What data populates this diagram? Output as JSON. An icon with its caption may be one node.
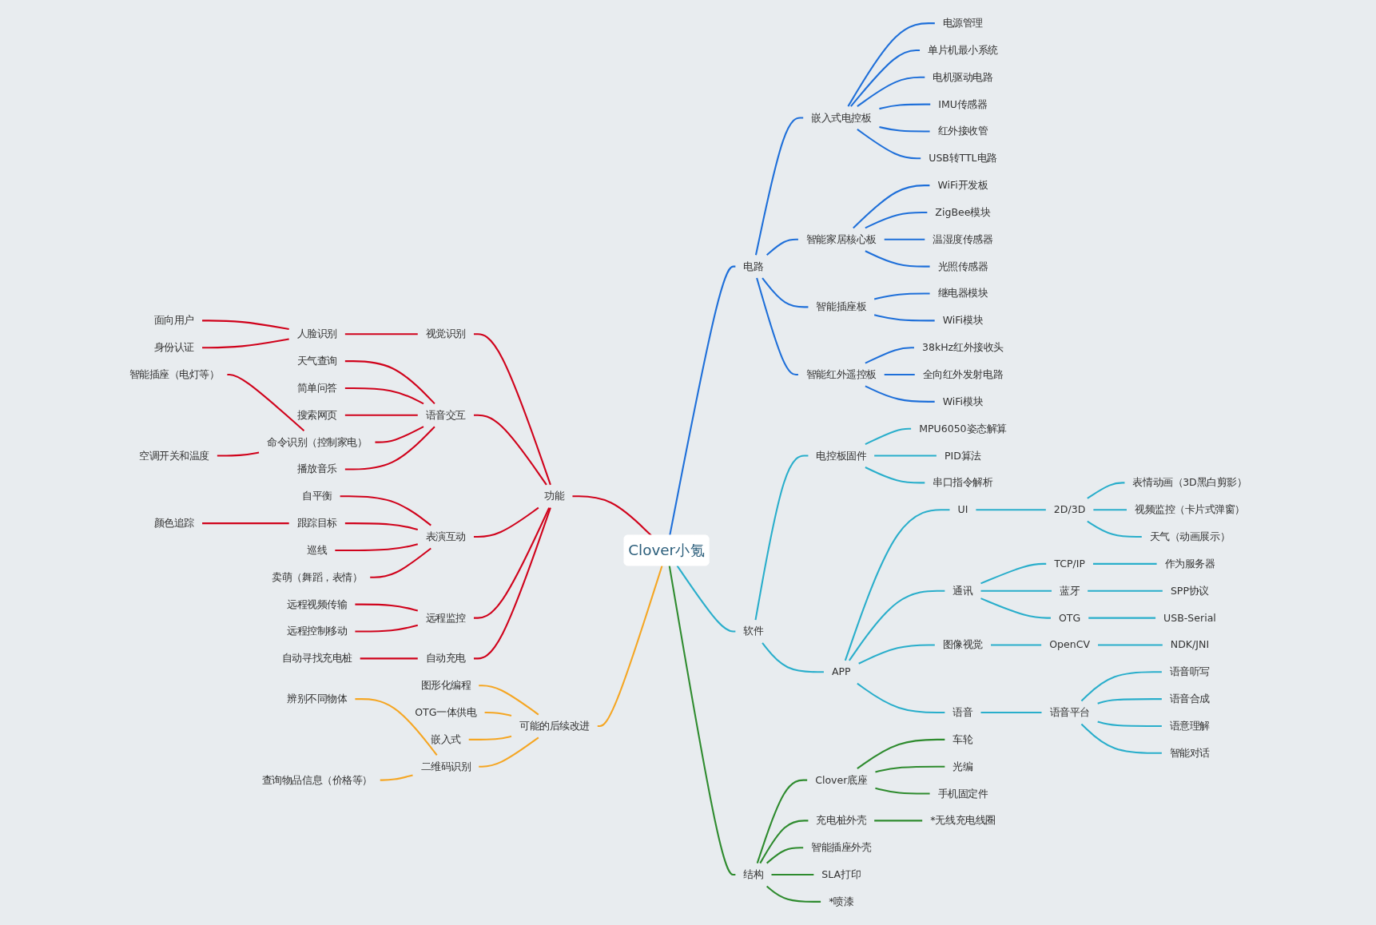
{
  "diagram": {
    "nodes": [
      {
        "text": [
          "Clover小氪"
        ]
      },
      {
        "text": [
          "电路"
        ]
      },
      {
        "text": [
          "嵌入式电控板"
        ]
      },
      {
        "text": [
          "电源管理"
        ]
      },
      {
        "text": [
          "单片机最小系统"
        ]
      },
      {
        "text": [
          "电机驱动电路"
        ]
      },
      {
        "text": [
          "IMU传感器"
        ]
      },
      {
        "text": [
          "红外接收管"
        ]
      },
      {
        "text": [
          "USB转TTL电路"
        ]
      },
      {
        "text": [
          "智能家居核心板"
        ]
      },
      {
        "text": [
          "WiFi开发板"
        ]
      },
      {
        "text": [
          "ZigBee模块"
        ]
      },
      {
        "text": [
          "温湿度传感器"
        ]
      },
      {
        "text": [
          "光照传感器"
        ]
      },
      {
        "text": [
          "智能插座板"
        ]
      },
      {
        "text": [
          "继电器模块"
        ]
      },
      {
        "text": [
          "WiFi模块"
        ]
      },
      {
        "text": [
          "智能红外遥控板"
        ]
      },
      {
        "text": [
          "38kHz红外接收头"
        ]
      },
      {
        "text": [
          "全向红外发射电路"
        ]
      },
      {
        "text": [
          "WiFi模块"
        ]
      },
      {
        "text": [
          "软件"
        ]
      },
      {
        "text": [
          "电控板固件"
        ]
      },
      {
        "text": [
          "MPU6050姿态解算"
        ]
      },
      {
        "text": [
          "PID算法"
        ]
      },
      {
        "text": [
          "串口指令解析"
        ]
      },
      {
        "text": [
          "APP"
        ]
      },
      {
        "text": [
          "UI"
        ]
      },
      {
        "text": [
          "2D/3D"
        ]
      },
      {
        "text": [
          "表情动画（3D黑白剪影）"
        ]
      },
      {
        "text": [
          "视频监控（卡片式弹窗）"
        ]
      },
      {
        "text": [
          "天气（动画展示）"
        ]
      },
      {
        "text": [
          "通讯"
        ]
      },
      {
        "text": [
          "TCP/IP"
        ]
      },
      {
        "text": [
          "作为服务器"
        ]
      },
      {
        "text": [
          "蓝牙"
        ]
      },
      {
        "text": [
          "SPP协议"
        ]
      },
      {
        "text": [
          "OTG"
        ]
      },
      {
        "text": [
          "USB-Serial"
        ]
      },
      {
        "text": [
          "图像视觉"
        ]
      },
      {
        "text": [
          "OpenCV"
        ]
      },
      {
        "text": [
          "NDK/JNI"
        ]
      },
      {
        "text": [
          "语音"
        ]
      },
      {
        "text": [
          "语音平台"
        ]
      },
      {
        "text": [
          "语音听写"
        ]
      },
      {
        "text": [
          "语音合成"
        ]
      },
      {
        "text": [
          "语意理解"
        ]
      },
      {
        "text": [
          "智能对话"
        ]
      },
      {
        "text": [
          "结构"
        ]
      },
      {
        "text": [
          "Clover底座"
        ]
      },
      {
        "text": [
          "车轮"
        ]
      },
      {
        "text": [
          "光编"
        ]
      },
      {
        "text": [
          "手机固定件"
        ]
      },
      {
        "text": [
          "充电桩外壳"
        ]
      },
      {
        "text": [
          "*无线充电线圈"
        ]
      },
      {
        "text": [
          "智能插座外壳"
        ]
      },
      {
        "text": [
          "SLA打印"
        ]
      },
      {
        "text": [
          "*喷漆"
        ]
      },
      {
        "text": [
          "功能"
        ]
      },
      {
        "text": [
          "视觉识别"
        ]
      },
      {
        "text": [
          "人脸识别"
        ]
      },
      {
        "text": [
          "面向用户"
        ]
      },
      {
        "text": [
          "身份认证"
        ]
      },
      {
        "text": [
          "语音交互"
        ]
      },
      {
        "text": [
          "天气查询"
        ]
      },
      {
        "text": [
          "简单问答"
        ]
      },
      {
        "text": [
          "搜索网页"
        ]
      },
      {
        "text": [
          "命令识别（控制家电）"
        ]
      },
      {
        "text": [
          "智能插座（电灯等）"
        ]
      },
      {
        "text": [
          "空调开关和温度"
        ]
      },
      {
        "text": [
          "播放音乐"
        ]
      },
      {
        "text": [
          "表演互动"
        ]
      },
      {
        "text": [
          "自平衡"
        ]
      },
      {
        "text": [
          "跟踪目标"
        ]
      },
      {
        "text": [
          "颜色追踪"
        ]
      },
      {
        "text": [
          "巡线"
        ]
      },
      {
        "text": [
          "卖萌（舞蹈，表情）"
        ]
      },
      {
        "text": [
          "远程监控"
        ]
      },
      {
        "text": [
          "远程视频传输"
        ]
      },
      {
        "text": [
          "远程控制移动"
        ]
      },
      {
        "text": [
          "自动充电"
        ]
      },
      {
        "text": [
          "自动寻找充电桩"
        ]
      },
      {
        "text": [
          "可能的后续改进"
        ]
      },
      {
        "text": [
          "图形化编程"
        ]
      },
      {
        "text": [
          "OTG一体供电"
        ]
      },
      {
        "text": [
          "嵌入式"
        ]
      },
      {
        "text": [
          "二维码识别"
        ]
      },
      {
        "text": [
          "辨别不同物体"
        ]
      },
      {
        "text": [
          "查询物品信息（价格等）"
        ]
      }
    ],
    "edges": [
      {
        "from": 0,
        "to": 1,
        "arrow": "none",
        "color": "#1e6fd9"
      },
      {
        "from": 1,
        "to": 2,
        "arrow": "none",
        "color": "#1e6fd9"
      },
      {
        "from": 2,
        "to": 3,
        "arrow": "none",
        "color": "#1e6fd9"
      },
      {
        "from": 2,
        "to": 4,
        "arrow": "none",
        "color": "#1e6fd9"
      },
      {
        "from": 2,
        "to": 5,
        "arrow": "none",
        "color": "#1e6fd9"
      },
      {
        "from": 2,
        "to": 6,
        "arrow": "none",
        "color": "#1e6fd9"
      },
      {
        "from": 2,
        "to": 7,
        "arrow": "none",
        "color": "#1e6fd9"
      },
      {
        "from": 2,
        "to": 8,
        "arrow": "none",
        "color": "#1e6fd9"
      },
      {
        "from": 1,
        "to": 9,
        "arrow": "none",
        "color": "#1e6fd9"
      },
      {
        "from": 9,
        "to": 10,
        "arrow": "none",
        "color": "#1e6fd9"
      },
      {
        "from": 9,
        "to": 11,
        "arrow": "none",
        "color": "#1e6fd9"
      },
      {
        "from": 9,
        "to": 12,
        "arrow": "none",
        "color": "#1e6fd9"
      },
      {
        "from": 9,
        "to": 13,
        "arrow": "none",
        "color": "#1e6fd9"
      },
      {
        "from": 1,
        "to": 14,
        "arrow": "none",
        "color": "#1e6fd9"
      },
      {
        "from": 14,
        "to": 15,
        "arrow": "none",
        "color": "#1e6fd9"
      },
      {
        "from": 14,
        "to": 16,
        "arrow": "none",
        "color": "#1e6fd9"
      },
      {
        "from": 1,
        "to": 17,
        "arrow": "none",
        "color": "#1e6fd9"
      },
      {
        "from": 17,
        "to": 18,
        "arrow": "none",
        "color": "#1e6fd9"
      },
      {
        "from": 17,
        "to": 19,
        "arrow": "none",
        "color": "#1e6fd9"
      },
      {
        "from": 17,
        "to": 20,
        "arrow": "none",
        "color": "#1e6fd9"
      },
      {
        "from": 0,
        "to": 21,
        "arrow": "none",
        "color": "#29aecb"
      },
      {
        "from": 21,
        "to": 22,
        "arrow": "none",
        "color": "#29aecb"
      },
      {
        "from": 22,
        "to": 23,
        "arrow": "none",
        "color": "#29aecb"
      },
      {
        "from": 22,
        "to": 24,
        "arrow": "none",
        "color": "#29aecb"
      },
      {
        "from": 22,
        "to": 25,
        "arrow": "none",
        "color": "#29aecb"
      },
      {
        "from": 21,
        "to": 26,
        "arrow": "none",
        "color": "#29aecb"
      },
      {
        "from": 26,
        "to": 27,
        "arrow": "none",
        "color": "#29aecb"
      },
      {
        "from": 27,
        "to": 28,
        "arrow": "none",
        "color": "#29aecb"
      },
      {
        "from": 28,
        "to": 29,
        "arrow": "none",
        "color": "#29aecb"
      },
      {
        "from": 28,
        "to": 30,
        "arrow": "none",
        "color": "#29aecb"
      },
      {
        "from": 28,
        "to": 31,
        "arrow": "none",
        "color": "#29aecb"
      },
      {
        "from": 26,
        "to": 32,
        "arrow": "none",
        "color": "#29aecb"
      },
      {
        "from": 32,
        "to": 33,
        "arrow": "none",
        "color": "#29aecb"
      },
      {
        "from": 33,
        "to": 34,
        "arrow": "none",
        "color": "#29aecb"
      },
      {
        "from": 32,
        "to": 35,
        "arrow": "none",
        "color": "#29aecb"
      },
      {
        "from": 35,
        "to": 36,
        "arrow": "none",
        "color": "#29aecb"
      },
      {
        "from": 32,
        "to": 37,
        "arrow": "none",
        "color": "#29aecb"
      },
      {
        "from": 37,
        "to": 38,
        "arrow": "none",
        "color": "#29aecb"
      },
      {
        "from": 26,
        "to": 39,
        "arrow": "none",
        "color": "#29aecb"
      },
      {
        "from": 39,
        "to": 40,
        "arrow": "none",
        "color": "#29aecb"
      },
      {
        "from": 40,
        "to": 41,
        "arrow": "none",
        "color": "#29aecb"
      },
      {
        "from": 26,
        "to": 42,
        "arrow": "none",
        "color": "#29aecb"
      },
      {
        "from": 42,
        "to": 43,
        "arrow": "none",
        "color": "#29aecb"
      },
      {
        "from": 43,
        "to": 44,
        "arrow": "none",
        "color": "#29aecb"
      },
      {
        "from": 43,
        "to": 45,
        "arrow": "none",
        "color": "#29aecb"
      },
      {
        "from": 43,
        "to": 46,
        "arrow": "none",
        "color": "#29aecb"
      },
      {
        "from": 43,
        "to": 47,
        "arrow": "none",
        "color": "#29aecb"
      },
      {
        "from": 0,
        "to": 48,
        "arrow": "none",
        "color": "#2e8b2e"
      },
      {
        "from": 48,
        "to": 49,
        "arrow": "none",
        "color": "#2e8b2e"
      },
      {
        "from": 49,
        "to": 50,
        "arrow": "none",
        "color": "#2e8b2e"
      },
      {
        "from": 49,
        "to": 51,
        "arrow": "none",
        "color": "#2e8b2e"
      },
      {
        "from": 49,
        "to": 52,
        "arrow": "none",
        "color": "#2e8b2e"
      },
      {
        "from": 48,
        "to": 53,
        "arrow": "none",
        "color": "#2e8b2e"
      },
      {
        "from": 53,
        "to": 54,
        "arrow": "none",
        "color": "#2e8b2e"
      },
      {
        "from": 48,
        "to": 55,
        "arrow": "none",
        "color": "#2e8b2e"
      },
      {
        "from": 48,
        "to": 56,
        "arrow": "none",
        "color": "#2e8b2e"
      },
      {
        "from": 48,
        "to": 57,
        "arrow": "none",
        "color": "#2e8b2e"
      },
      {
        "from": 58,
        "to": 0,
        "arrow": "none",
        "color": "#d0021b"
      },
      {
        "from": 59,
        "to": 58,
        "arrow": "none",
        "color": "#d0021b"
      },
      {
        "from": 60,
        "to": 59,
        "arrow": "none",
        "color": "#d0021b"
      },
      {
        "from": 61,
        "to": 60,
        "arrow": "none",
        "color": "#d0021b"
      },
      {
        "from": 62,
        "to": 60,
        "arrow": "none",
        "color": "#d0021b"
      },
      {
        "from": 63,
        "to": 58,
        "arrow": "none",
        "color": "#d0021b"
      },
      {
        "from": 64,
        "to": 63,
        "arrow": "none",
        "color": "#d0021b"
      },
      {
        "from": 65,
        "to": 63,
        "arrow": "none",
        "color": "#d0021b"
      },
      {
        "from": 66,
        "to": 63,
        "arrow": "none",
        "color": "#d0021b"
      },
      {
        "from": 67,
        "to": 63,
        "arrow": "none",
        "color": "#d0021b"
      },
      {
        "from": 68,
        "to": 67,
        "arrow": "none",
        "color": "#d0021b"
      },
      {
        "from": 69,
        "to": 67,
        "arrow": "none",
        "color": "#d0021b"
      },
      {
        "from": 70,
        "to": 63,
        "arrow": "none",
        "color": "#d0021b"
      },
      {
        "from": 71,
        "to": 58,
        "arrow": "none",
        "color": "#d0021b"
      },
      {
        "from": 72,
        "to": 71,
        "arrow": "none",
        "color": "#d0021b"
      },
      {
        "from": 73,
        "to": 71,
        "arrow": "none",
        "color": "#d0021b"
      },
      {
        "from": 74,
        "to": 73,
        "arrow": "none",
        "color": "#d0021b"
      },
      {
        "from": 75,
        "to": 71,
        "arrow": "none",
        "color": "#d0021b"
      },
      {
        "from": 76,
        "to": 71,
        "arrow": "none",
        "color": "#d0021b"
      },
      {
        "from": 77,
        "to": 58,
        "arrow": "none",
        "color": "#d0021b"
      },
      {
        "from": 78,
        "to": 77,
        "arrow": "none",
        "color": "#d0021b"
      },
      {
        "from": 79,
        "to": 77,
        "arrow": "none",
        "color": "#d0021b"
      },
      {
        "from": 80,
        "to": 58,
        "arrow": "none",
        "color": "#d0021b"
      },
      {
        "from": 81,
        "to": 80,
        "arrow": "none",
        "color": "#d0021b"
      },
      {
        "from": 82,
        "to": 0,
        "arrow": "none",
        "color": "#f5a623"
      },
      {
        "from": 83,
        "to": 82,
        "arrow": "none",
        "color": "#f5a623"
      },
      {
        "from": 84,
        "to": 82,
        "arrow": "none",
        "color": "#f5a623"
      },
      {
        "from": 85,
        "to": 82,
        "arrow": "none",
        "color": "#f5a623"
      },
      {
        "from": 86,
        "to": 82,
        "arrow": "none",
        "color": "#f5a623"
      },
      {
        "from": 87,
        "to": 86,
        "arrow": "none",
        "color": "#f5a623"
      },
      {
        "from": 88,
        "to": 86,
        "arrow": "none",
        "color": "#f5a623"
      }
    ]
  }
}
